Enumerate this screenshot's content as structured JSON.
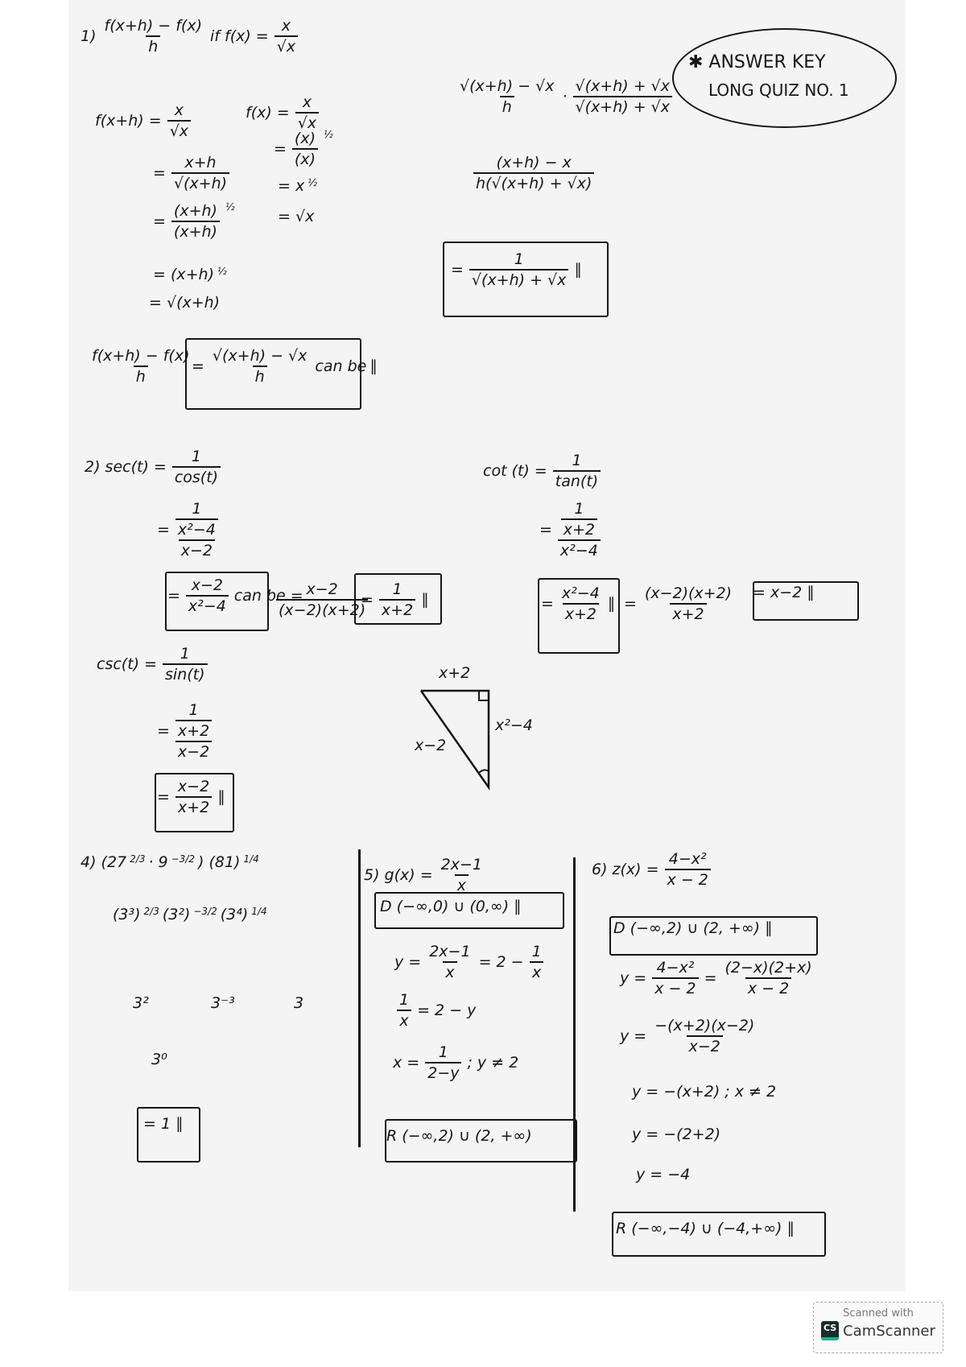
{
  "header": {
    "answer_key": "✱ ANSWER KEY",
    "quiz_title": "LONG QUIZ NO. 1"
  },
  "items": {
    "q1": [
      "1)",
      {
        "frac": [
          "f(x+h) − f(x)",
          "h"
        ]
      },
      "if f(x) =",
      {
        "frac": [
          "x",
          "√x"
        ]
      }
    ],
    "a1": [
      "f(x+h) =",
      {
        "frac": [
          "x",
          "√x"
        ]
      }
    ],
    "a2": [
      "=",
      {
        "frac": [
          "x+h",
          "√(x+h)"
        ]
      }
    ],
    "a3": [
      "=",
      {
        "frac": [
          "(x+h)",
          "(x+h)"
        ]
      },
      {
        "sup": "½"
      }
    ],
    "a4": [
      "= (x+h)",
      {
        "sup": "½"
      }
    ],
    "a5": [
      "= √(x+h)"
    ],
    "b1": [
      "f(x) =",
      {
        "frac": [
          "x",
          "√x"
        ]
      }
    ],
    "b2": [
      "=",
      {
        "frac": [
          "(x)",
          "(x)"
        ]
      },
      {
        "sup": "½"
      }
    ],
    "b3": [
      "= x",
      {
        "sup": "½"
      }
    ],
    "b4": [
      "= √x"
    ],
    "c1": [
      {
        "frac": [
          "√(x+h) − √x",
          "h"
        ]
      },
      "·",
      {
        "frac": [
          "√(x+h) + √x",
          "√(x+h) + √x"
        ]
      }
    ],
    "c2": [
      {
        "frac": [
          "(x+h) − x",
          "h(√(x+h) + √x)"
        ]
      }
    ],
    "c3": [
      "=",
      {
        "frac": [
          "1",
          "√(x+h) + √x"
        ]
      },
      "∥"
    ],
    "d1": [
      {
        "frac": [
          "f(x+h) − f(x)",
          "h"
        ]
      }
    ],
    "d2": [
      "=",
      {
        "frac": [
          "√(x+h) − √x",
          "h"
        ]
      },
      "can be",
      "∥"
    ],
    "s1": [
      "2) sec(t) =",
      {
        "frac": [
          "1",
          "cos(t)"
        ]
      }
    ],
    "s2": [
      "=",
      {
        "frac": [
          "1",
          "x²−4",
          "x−2"
        ]
      }
    ],
    "s3": [
      "=",
      {
        "frac": [
          "x−2",
          "x²−4"
        ]
      },
      "can be ="
    ],
    "s4": [
      {
        "frac": [
          "x−2",
          "(x−2)(x+2)"
        ]
      }
    ],
    "s5": [
      "=",
      {
        "frac": [
          "1",
          "x+2"
        ]
      },
      "∥"
    ],
    "t1": [
      "cot (t) =",
      {
        "frac": [
          "1",
          "tan(t)"
        ]
      }
    ],
    "t2": [
      "=",
      {
        "frac": [
          "1",
          "x+2",
          "x²−4"
        ]
      }
    ],
    "t3": [
      "=",
      {
        "frac": [
          "x²−4",
          "x+2"
        ]
      },
      "∥"
    ],
    "t4": [
      "=",
      {
        "frac": [
          "(x−2)(x+2)",
          "x+2"
        ]
      }
    ],
    "t5": [
      "= x−2 ∥"
    ],
    "u1": [
      "csc(t) =",
      {
        "frac": [
          "1",
          "sin(t)"
        ]
      }
    ],
    "u2": [
      "=",
      {
        "frac": [
          "1",
          "x+2",
          "x−2"
        ]
      }
    ],
    "u3": [
      "=",
      {
        "frac": [
          "x−2",
          "x+2"
        ]
      },
      "∥"
    ],
    "tri_top": [
      "x+2"
    ],
    "tri_right": [
      "x²−4"
    ],
    "tri_left": [
      "x−2"
    ],
    "p1": [
      "4) (27",
      {
        "sup": "2/3"
      },
      "· 9",
      {
        "sup": "−3/2"
      },
      ") (81)",
      {
        "sup": "1/4"
      }
    ],
    "p2": [
      "(3³)",
      {
        "sup": "2/3"
      },
      "  (3²)",
      {
        "sup": "−3/2"
      },
      "  (3⁴)",
      {
        "sup": "1/4"
      }
    ],
    "p3a": [
      "3²"
    ],
    "p3b": [
      "3⁻³"
    ],
    "p3c": [
      "3"
    ],
    "p4": [
      "3⁰"
    ],
    "p5": [
      "= 1 ∥"
    ],
    "g1": [
      "5) g(x) =",
      {
        "frac": [
          "2x−1",
          "x"
        ]
      }
    ],
    "g2": [
      "D (−∞,0) ∪ (0,∞) ∥"
    ],
    "g3": [
      "y =",
      {
        "frac": [
          "2x−1",
          "x"
        ]
      },
      "= 2 −",
      {
        "frac": [
          "1",
          "x"
        ]
      }
    ],
    "g4": [
      {
        "frac": [
          "1",
          "x"
        ]
      },
      "= 2 − y"
    ],
    "g5": [
      "x =",
      {
        "frac": [
          "1",
          "2−y"
        ]
      },
      "; y ≠ 2"
    ],
    "g6": [
      "R (−∞,2) ∪ (2, +∞)"
    ],
    "z1": [
      "6) z(x) =",
      {
        "frac": [
          "4−x²",
          "x − 2"
        ]
      }
    ],
    "z2": [
      "D (−∞,2) ∪ (2, +∞) ∥"
    ],
    "z3": [
      "y =",
      {
        "frac": [
          "4−x²",
          "x − 2"
        ]
      },
      "=",
      {
        "frac": [
          "(2−x)(2+x)",
          "x − 2"
        ]
      }
    ],
    "z4": [
      "y =",
      {
        "frac": [
          "−(x+2)(x−2)",
          "x−2"
        ]
      }
    ],
    "z5": [
      "y = −(x+2)   ; x ≠ 2"
    ],
    "z6": [
      "y = −(2+2)"
    ],
    "z7": [
      "y = −4"
    ],
    "z8": [
      "R (−∞,−4) ∪ (−4,+∞) ∥"
    ]
  },
  "badge": {
    "line1": "Scanned with",
    "logo": "CS",
    "brand": "CamScanner"
  }
}
